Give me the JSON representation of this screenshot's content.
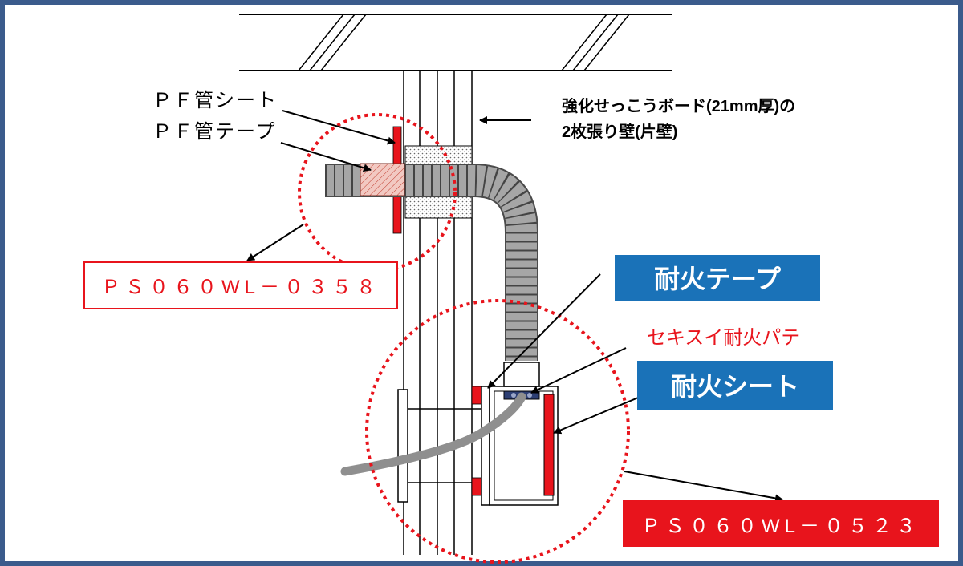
{
  "labels": {
    "pf_sheet": "ＰＦ管シート",
    "pf_tape": "ＰＦ管テープ",
    "wall_line1": "強化せっこうボード(21mm厚)の",
    "wall_line2": "2枚張り壁(片壁)",
    "fire_tape": "耐火テープ",
    "sekisui_putty": "セキスイ耐火パテ",
    "fire_sheet": "耐火シート",
    "code_upper": "ＰＳ０６０WL－０３５８",
    "code_lower": "ＰＳ０６０WL－０５２３"
  },
  "colors": {
    "frame": "#3b5b8c",
    "red": "#e8141c",
    "blue_box": "#1a72b8",
    "conduit": "#9c9c9c",
    "tape_fill": "#f2c9c2"
  }
}
